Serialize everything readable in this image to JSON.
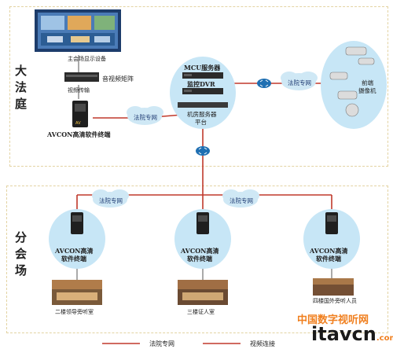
{
  "zones": {
    "top_label": "大法庭",
    "bottom_label": "分会场"
  },
  "top": {
    "display_label": "主会场显示设备",
    "matrix_label": "音视频矩阵",
    "transfer_label": "视频传输",
    "terminal_label": "AVCON高清软件终端",
    "cloud_left": "法院专网",
    "mcu_label": "MCU服务器",
    "dvr_label": "监控DVR",
    "room_label_1": "机房服务器",
    "room_label_2": "平台",
    "cloud_right": "法院专网",
    "camera_label_1": "前端",
    "camera_label_2": "摄像机"
  },
  "bottom": {
    "cloud_left": "法院专网",
    "cloud_right": "法院专网",
    "sites": [
      {
        "term_1": "AVCON高清",
        "term_2": "软件终端",
        "room": "二楼领导旁听室"
      },
      {
        "term_1": "AVCON高清",
        "term_2": "软件终端",
        "room": "三楼证人室"
      },
      {
        "term_1": "AVCON高清",
        "term_2": "软件终端",
        "room": "四楼国外旁听人员"
      }
    ]
  },
  "legend": {
    "line1": "法院专网",
    "line2": "视频连接"
  },
  "watermark": {
    "site": "中国数字视听网",
    "brand": "itavcn",
    "brand_suffix": ".com"
  },
  "colors": {
    "court_network_line": "#c0392b",
    "zone_border": "#e3d3a2",
    "bubble": "#c7e6f6",
    "watermark_orange": "#f07f1e"
  }
}
